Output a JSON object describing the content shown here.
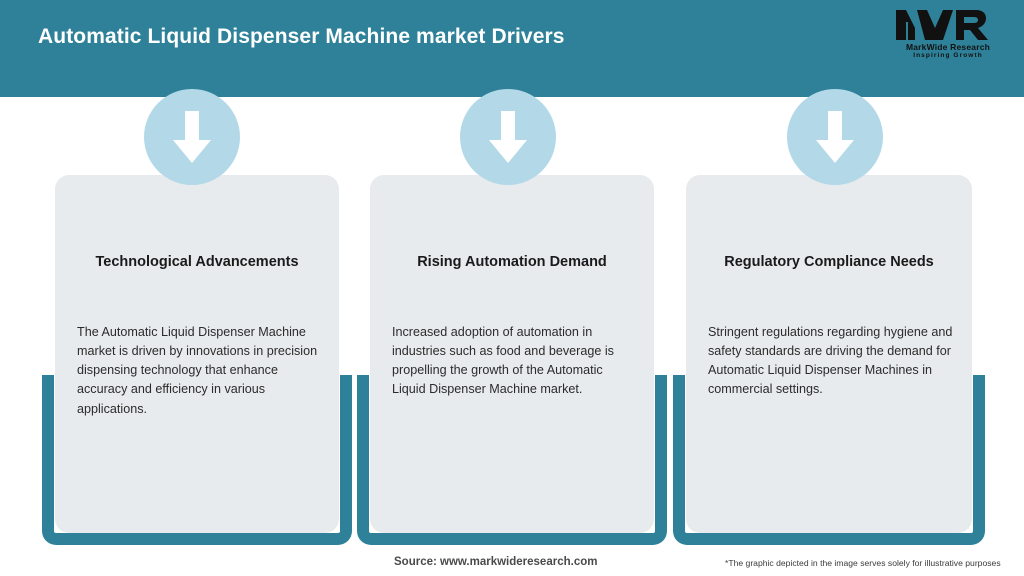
{
  "header": {
    "title": "Automatic Liquid Dispenser Machine market Drivers",
    "background_color": "#2e8198",
    "title_color": "#ffffff",
    "logo": {
      "mark": "MWR",
      "name": "MarkWide Research",
      "tagline": "Inspiring Growth"
    }
  },
  "theme": {
    "accent_color": "#2e8198",
    "card_background": "#e8ebed",
    "icon_circle_color": "#b3d9e8",
    "arrow_color": "#ffffff"
  },
  "cards": [
    {
      "icon": "arrow-down-icon",
      "title": "Technological Advancements",
      "body": "The Automatic Liquid Dispenser Machine market is driven by innovations in precision dispensing technology that enhance accuracy and efficiency in various applications."
    },
    {
      "icon": "arrow-down-icon",
      "title": "Rising Automation Demand",
      "body": "Increased adoption of automation in industries such as food and beverage is propelling the growth of the Automatic Liquid Dispenser Machine market."
    },
    {
      "icon": "arrow-down-icon",
      "title": "Regulatory Compliance Needs",
      "body": "Stringent regulations regarding hygiene and safety standards are driving the demand for Automatic Liquid Dispenser Machines in commercial settings."
    }
  ],
  "footer": {
    "source": "Source: www.markwideresearch.com",
    "disclaimer": "*The graphic depicted in the image serves solely for illustrative purposes"
  }
}
